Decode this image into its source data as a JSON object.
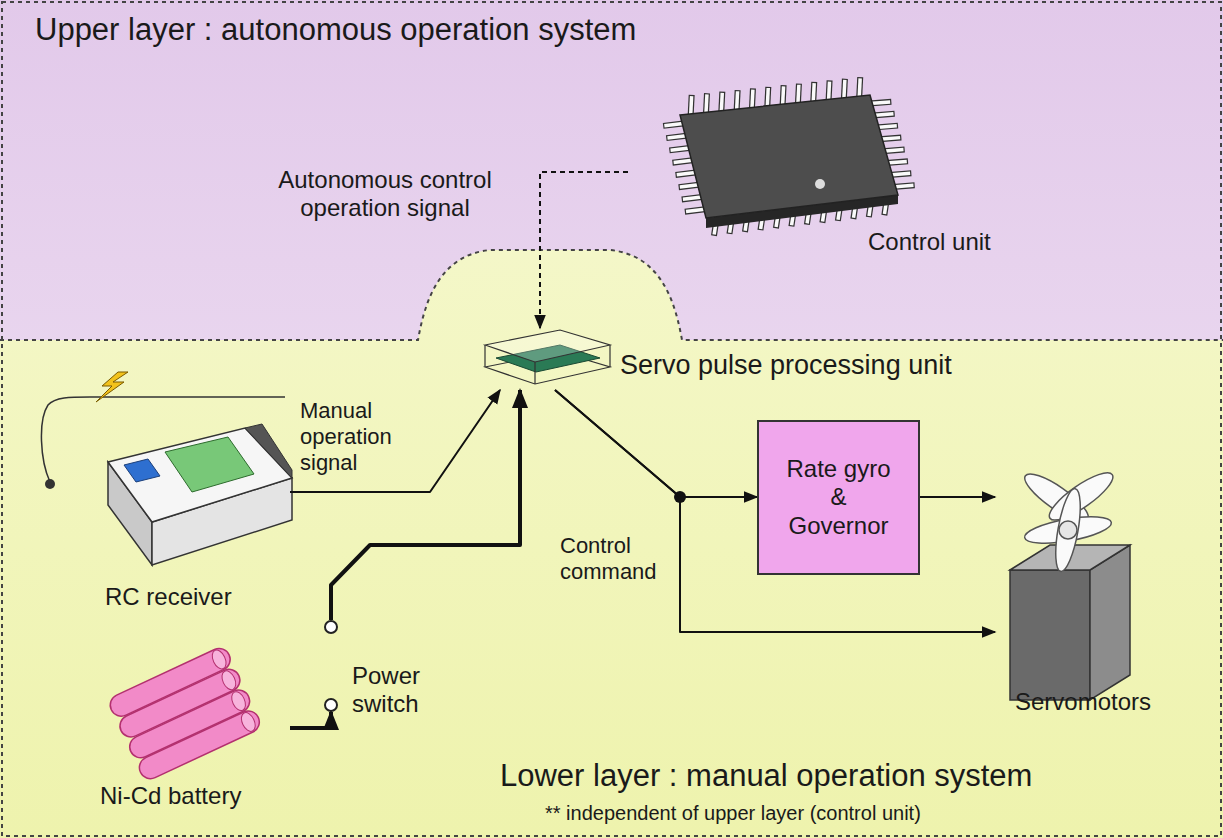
{
  "diagram": {
    "nodes": [
      {
        "text": [
          "Upper layer : autonomous operation system"
        ]
      },
      {
        "text": [
          "Control unit"
        ],
        "in": 0
      },
      {
        "text": [
          "Lower layer : manual operation system",
          "** independent of upper layer (control unit)"
        ]
      },
      {
        "text": [
          "Servo pulse processing unit"
        ],
        "in": 2
      },
      {
        "text": [
          "RC receiver"
        ],
        "in": 2
      },
      {
        "text": [
          "Rate gyro & Governor"
        ],
        "in": 2
      },
      {
        "text": [
          "Servomotors"
        ],
        "in": 2
      },
      {
        "text": [
          "Power switch"
        ],
        "in": 2
      },
      {
        "text": [
          "Ni-Cd battery"
        ],
        "in": 2
      }
    ],
    "edges": [
      {
        "from": 1,
        "to": 3,
        "arrow": "to",
        "label": "Autonomous control operation signal"
      },
      {
        "from": 4,
        "to": 3,
        "arrow": "to",
        "label": "Manual operation signal"
      },
      {
        "from": 3,
        "to": 5,
        "arrow": "to",
        "label": "Control command"
      },
      {
        "from": 3,
        "to": 6,
        "arrow": "to"
      },
      {
        "from": 5,
        "to": 6,
        "arrow": "to"
      },
      {
        "from": 8,
        "to": 7,
        "arrow": "to"
      },
      {
        "from": 7,
        "to": 3,
        "arrow": "to"
      }
    ]
  }
}
